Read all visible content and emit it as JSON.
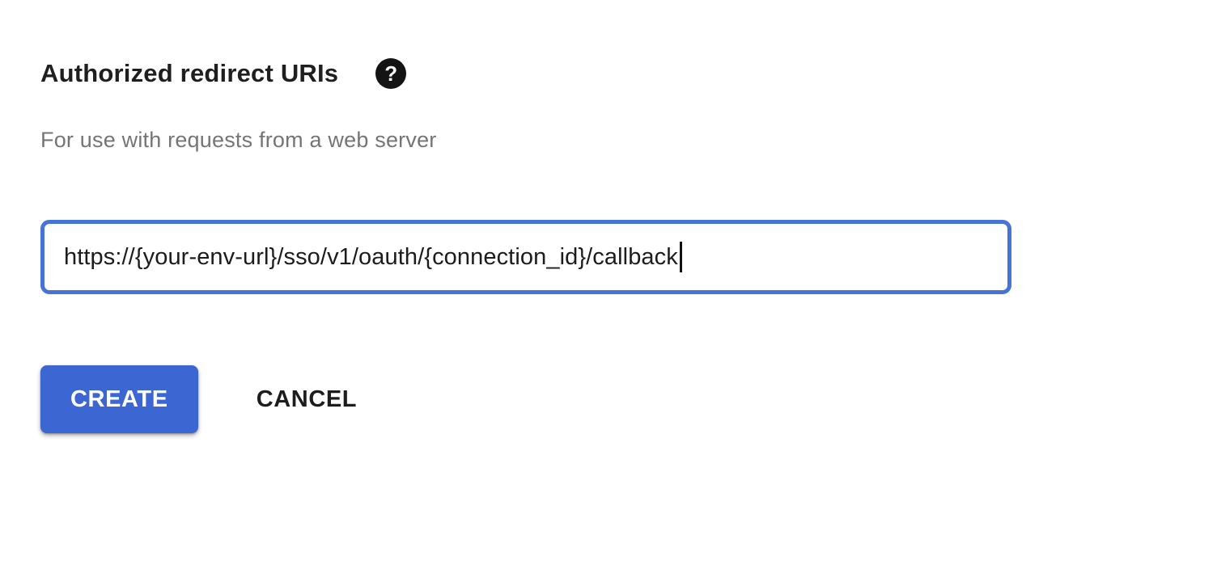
{
  "form": {
    "heading": "Authorized redirect URIs",
    "help_glyph": "?",
    "description": "For use with requests from a web server",
    "uri_value": "https://{your-env-url}/sso/v1/oauth/{connection_id}/callback",
    "create_label": "CREATE",
    "cancel_label": "CANCEL"
  },
  "icons": {
    "help": "help-circle-icon"
  },
  "colors": {
    "primary_blue": "#3c67d2",
    "input_border_blue": "#4673d7",
    "heading_text": "#1f1f1f",
    "subtitle_text": "#757575",
    "input_text": "#1c1c1c",
    "button_text": "#ffffff"
  }
}
